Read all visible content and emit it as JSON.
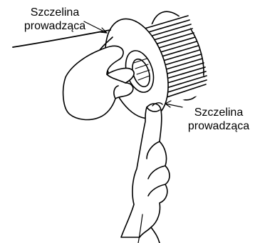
{
  "labels": {
    "top_left": {
      "line1": "Szczelina",
      "line2": "prowadząca"
    },
    "right": {
      "line1": "Szczelina",
      "line2": "prowadząca"
    }
  }
}
